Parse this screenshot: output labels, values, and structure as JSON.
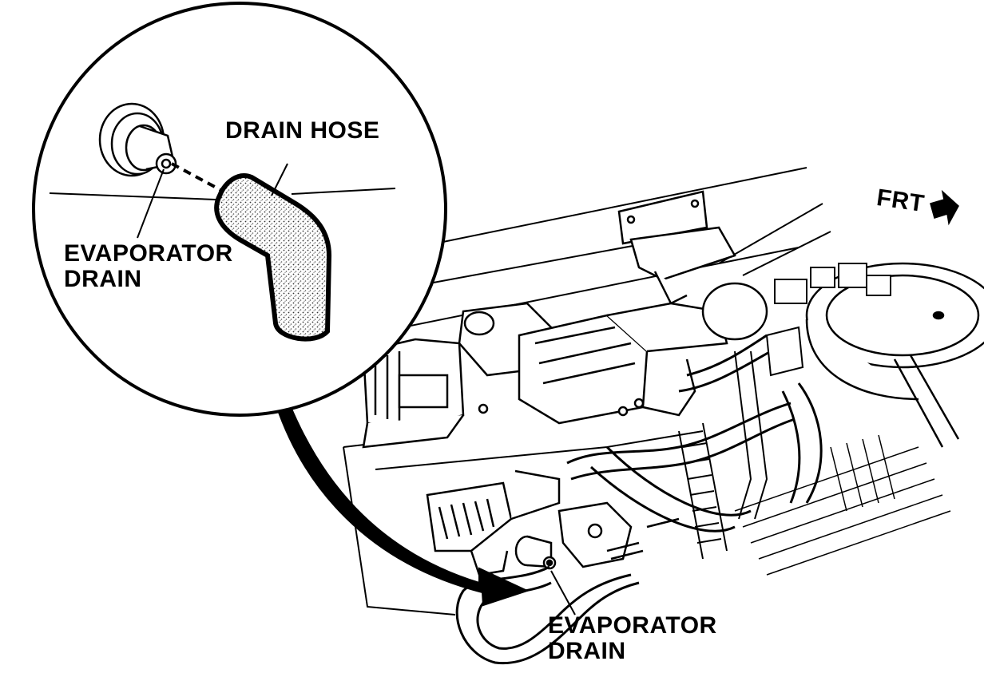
{
  "labels": {
    "drain_hose": "DRAIN  HOSE",
    "inset_evap_line1": "EVAPORATOR",
    "inset_evap_line2": "DRAIN",
    "main_evap_line1": "EVAPORATOR",
    "main_evap_line2": "DRAIN",
    "front": "FRT"
  },
  "colors": {
    "ink": "#000000",
    "paper": "#ffffff",
    "stipple": "#555555"
  }
}
